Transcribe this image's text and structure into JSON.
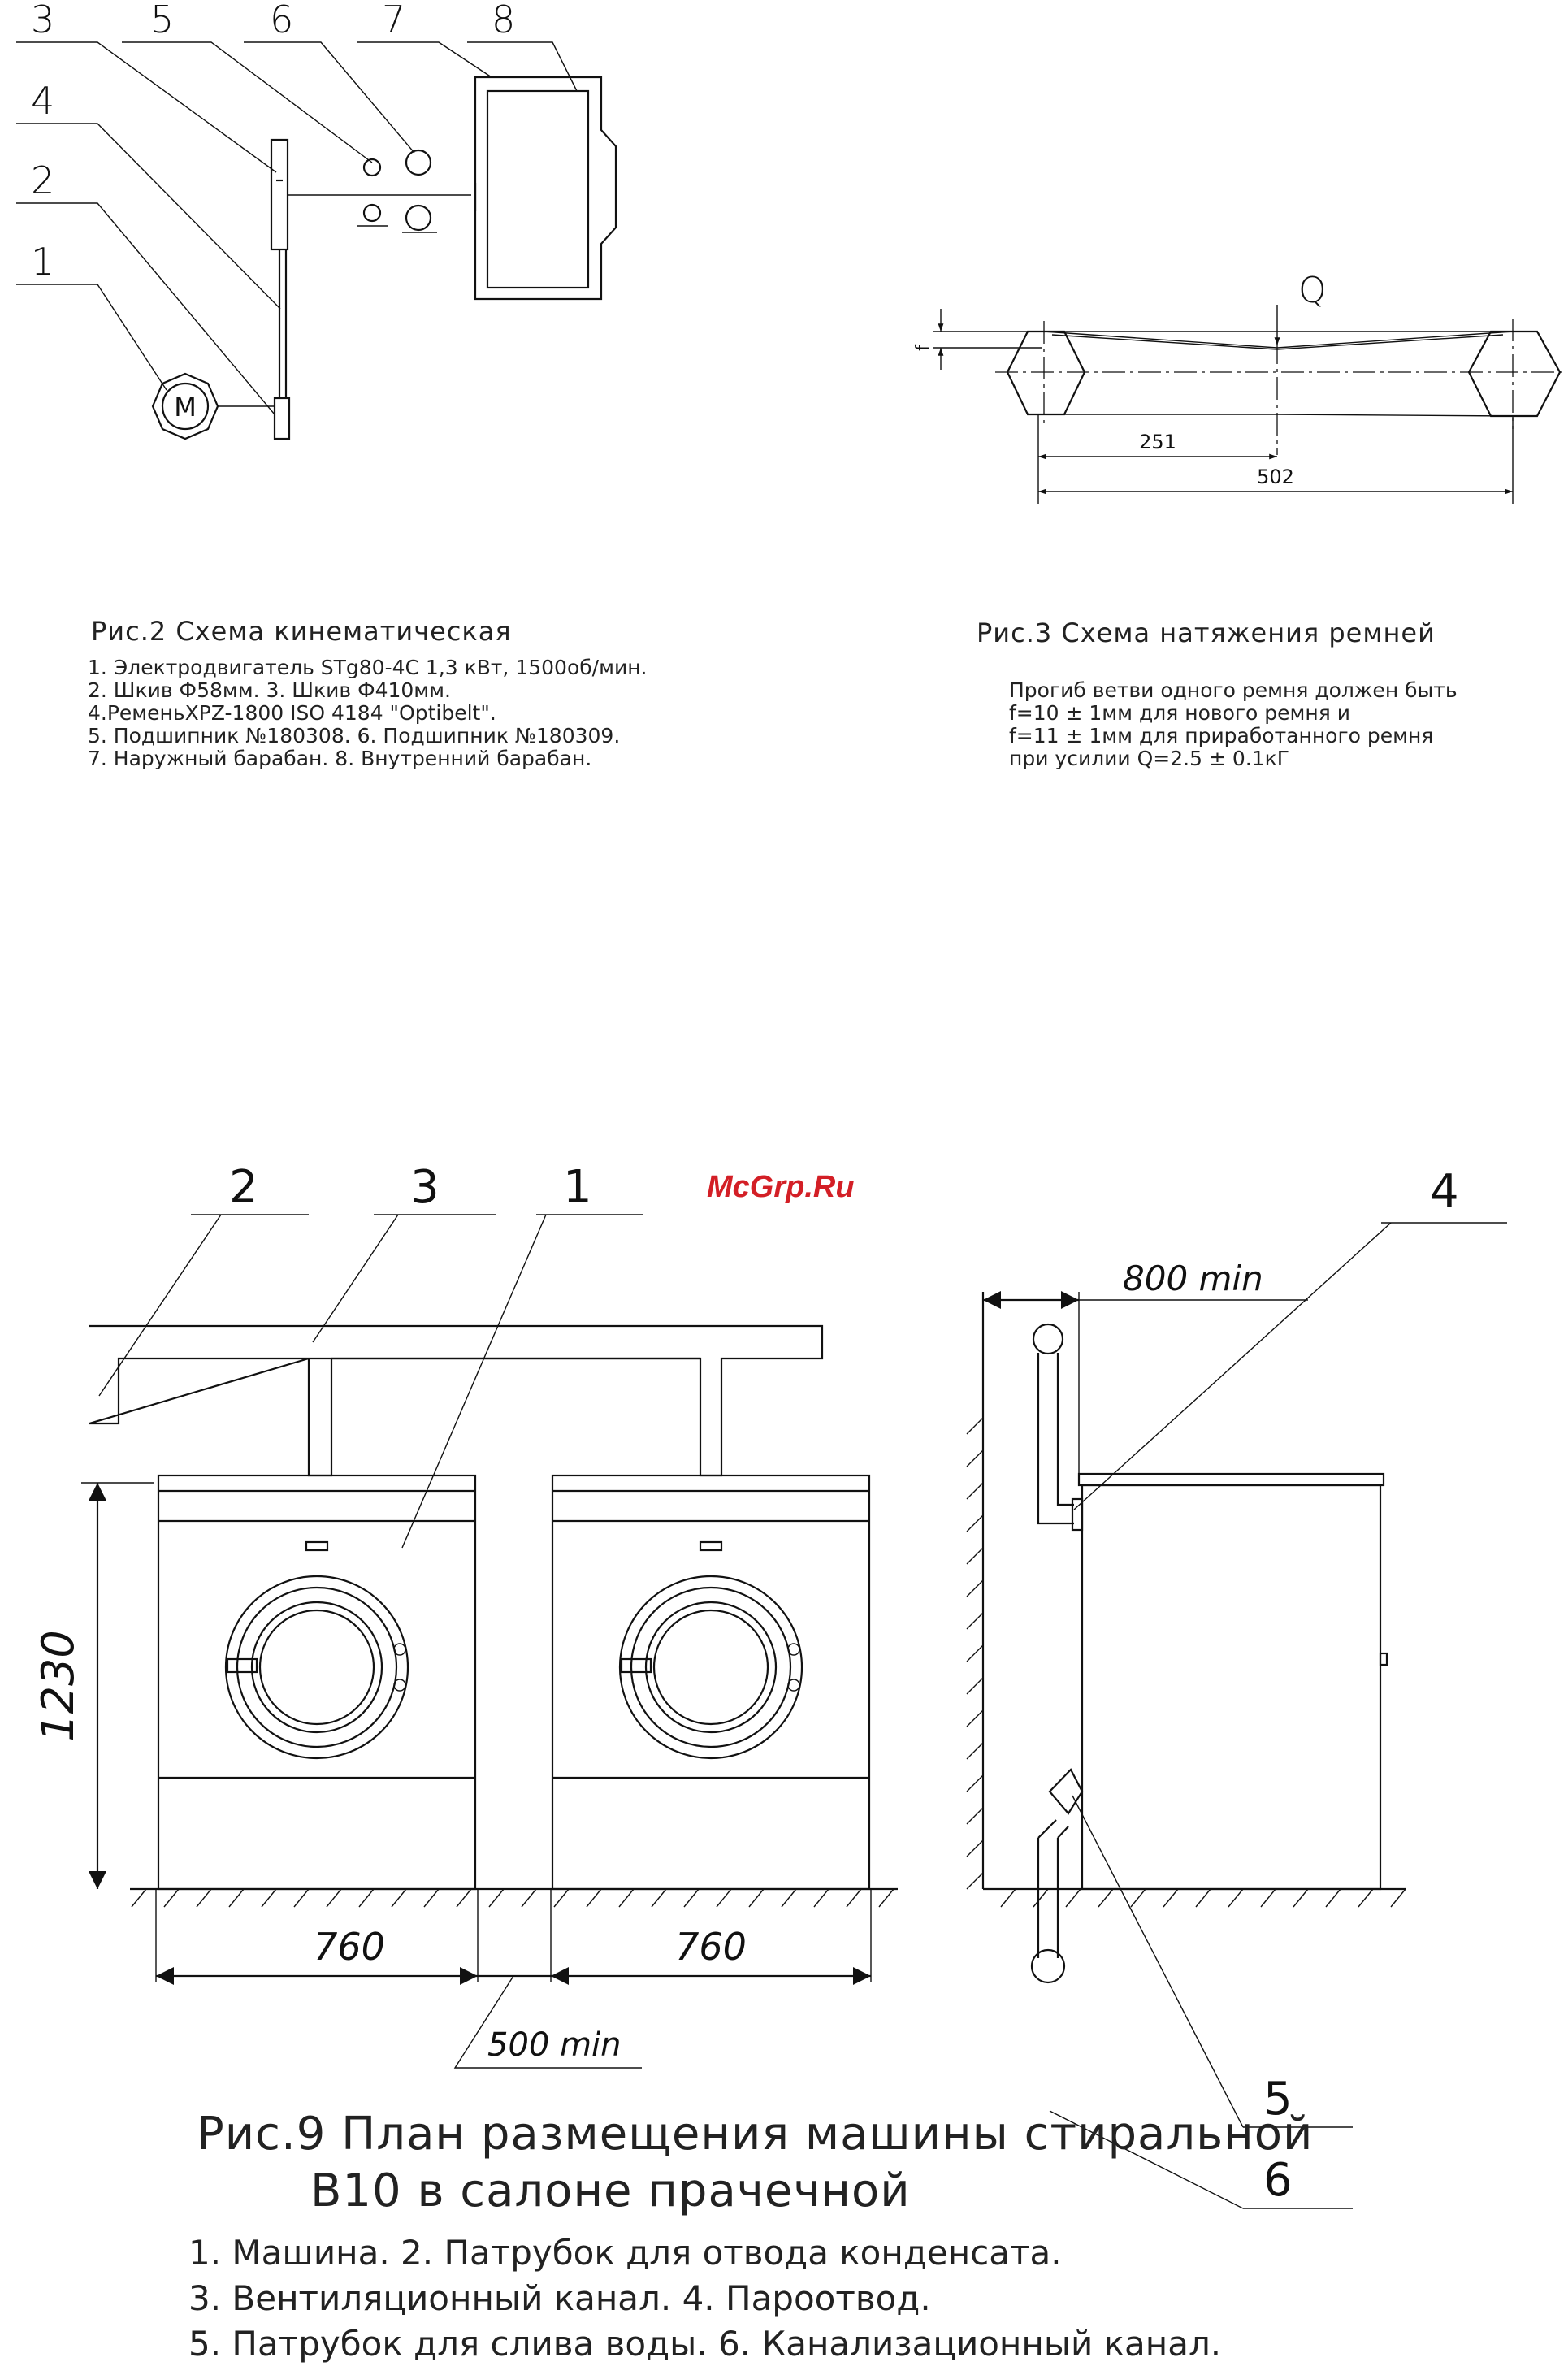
{
  "fig2": {
    "callouts": [
      "3",
      "5",
      "6",
      "7",
      "4",
      "2",
      "1",
      "8"
    ],
    "motor_label": "M",
    "title": "Рис.2   Схема кинематическая",
    "lines": [
      "1. Электродвигатель STg80-4C 1,3 кВт, 1500об/мин.",
      "2. Шкив Ф58мм. 3. Шкив Ф410мм.",
      "4.РеменьXPZ-1800 ISO 4184 \"Optibelt\".",
      "5. Подшипник №180308. 6. Подшипник №180309.",
      "7. Наружный барабан. 8. Внутренний барабан."
    ]
  },
  "fig3": {
    "force_label": "Q",
    "deflection_label": "f",
    "dim_half": "251",
    "dim_full": "502",
    "title": "Рис.3  Схема натяжения ремней",
    "lines": [
      "Прогиб ветви одного ремня должен быть",
      "f=10 ± 1мм для нового ремня и",
      "f=11 ± 1мм для приработанного ремня",
      "при усилии Q=2.5 ± 0.1кГ"
    ]
  },
  "watermark": "McGrp.Ru",
  "fig9": {
    "callouts": {
      "c1": "1",
      "c2": "2",
      "c3": "3",
      "c4": "4",
      "c5": "5",
      "c6": "6"
    },
    "dim_height": "1230",
    "dim_width_left": "760",
    "dim_width_right": "760",
    "dim_gap": "500 min",
    "dim_clearance": "800 min",
    "title_line1": "Рис.9  План размещения машины стиральной",
    "title_line2": "В10 в салоне прачечной",
    "lines": [
      "1. Машина.  2. Патрубок для отвода конденсата.",
      "3. Вентиляционный канал.  4. Пароотвод.",
      "5. Патрубок для слива воды.  6. Канализационный канал."
    ]
  }
}
